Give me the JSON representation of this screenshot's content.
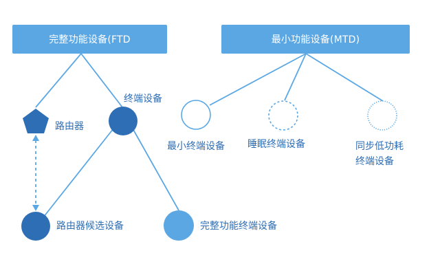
{
  "boxes": {
    "ftd": "完整功能设备(FTD",
    "mtd": "最小功能设备(MTD)"
  },
  "labels": {
    "router": "路由器",
    "end_device": "终端设备",
    "router_candidate": "路由器候选设备",
    "full_function_end_device": "完整功能终端设备",
    "min_end_device": "最小终端设备",
    "sleep_end_device": "睡眠终端设备",
    "sync_low_power_line1": "同步低功耗",
    "sync_low_power_line2": "终端设备"
  },
  "colors": {
    "box_fill": "#5AA7E4",
    "line": "#5AA7E4",
    "dark_node": "#2E6EB5",
    "light_node": "#5AA7E4",
    "label_text": "#2E6EB5",
    "outline_node": "#5AA7E4"
  }
}
